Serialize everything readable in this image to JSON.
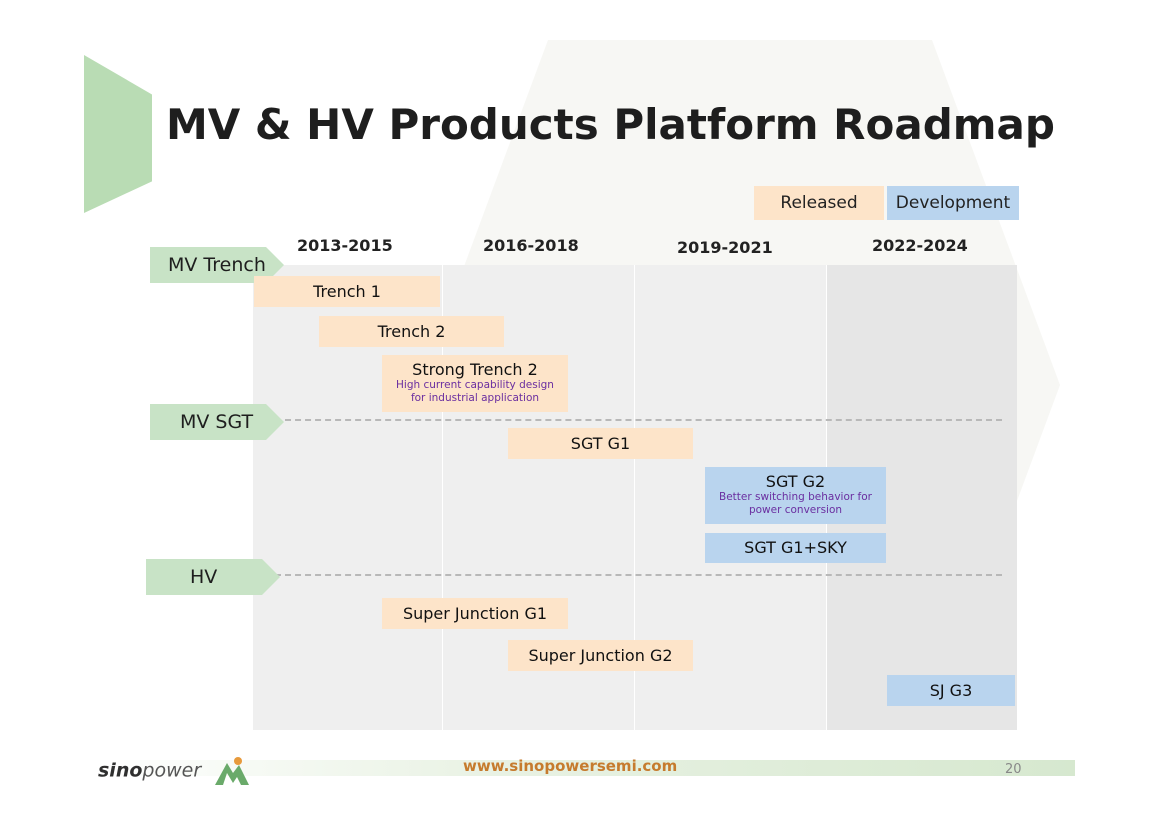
{
  "title": "MV & HV Products Platform Roadmap",
  "legend": {
    "released": "Released",
    "development": "Development"
  },
  "colors": {
    "released": "#fde4c9",
    "development": "#b9d4ee",
    "category": "#c8e3c6",
    "note_text": "#6a2ea0",
    "website": "#c67b2e"
  },
  "periods": [
    "2013-2015",
    "2016-2018",
    "2019-2021",
    "2022-2024"
  ],
  "categories": {
    "mv_trench": "MV Trench",
    "mv_sgt": "MV SGT",
    "hv": "HV"
  },
  "bars": {
    "trench1": {
      "label": "Trench 1",
      "status": "released"
    },
    "trench2": {
      "label": "Trench 2",
      "status": "released"
    },
    "strong_trench2": {
      "label": "Strong Trench 2",
      "note1": "High current capability design",
      "note2": "for industrial application",
      "status": "released"
    },
    "sgt_g1": {
      "label": "SGT G1",
      "status": "released"
    },
    "sgt_g2": {
      "label": "SGT G2",
      "note1": "Better switching behavior for",
      "note2": "power conversion",
      "status": "development"
    },
    "sgt_g1_sky": {
      "label": "SGT G1+SKY",
      "status": "development"
    },
    "sj_g1": {
      "label": "Super Junction G1",
      "status": "released"
    },
    "sj_g2": {
      "label": "Super Junction G2",
      "status": "released"
    },
    "sj_g3": {
      "label": "SJ G3",
      "status": "development"
    }
  },
  "footer": {
    "logo_brand": "sino",
    "logo_rest": "power",
    "website": "www.sinopowersemi.com",
    "page_number": "20"
  },
  "icons": [
    "slide-accent-triangle",
    "logo-mark-icon"
  ]
}
